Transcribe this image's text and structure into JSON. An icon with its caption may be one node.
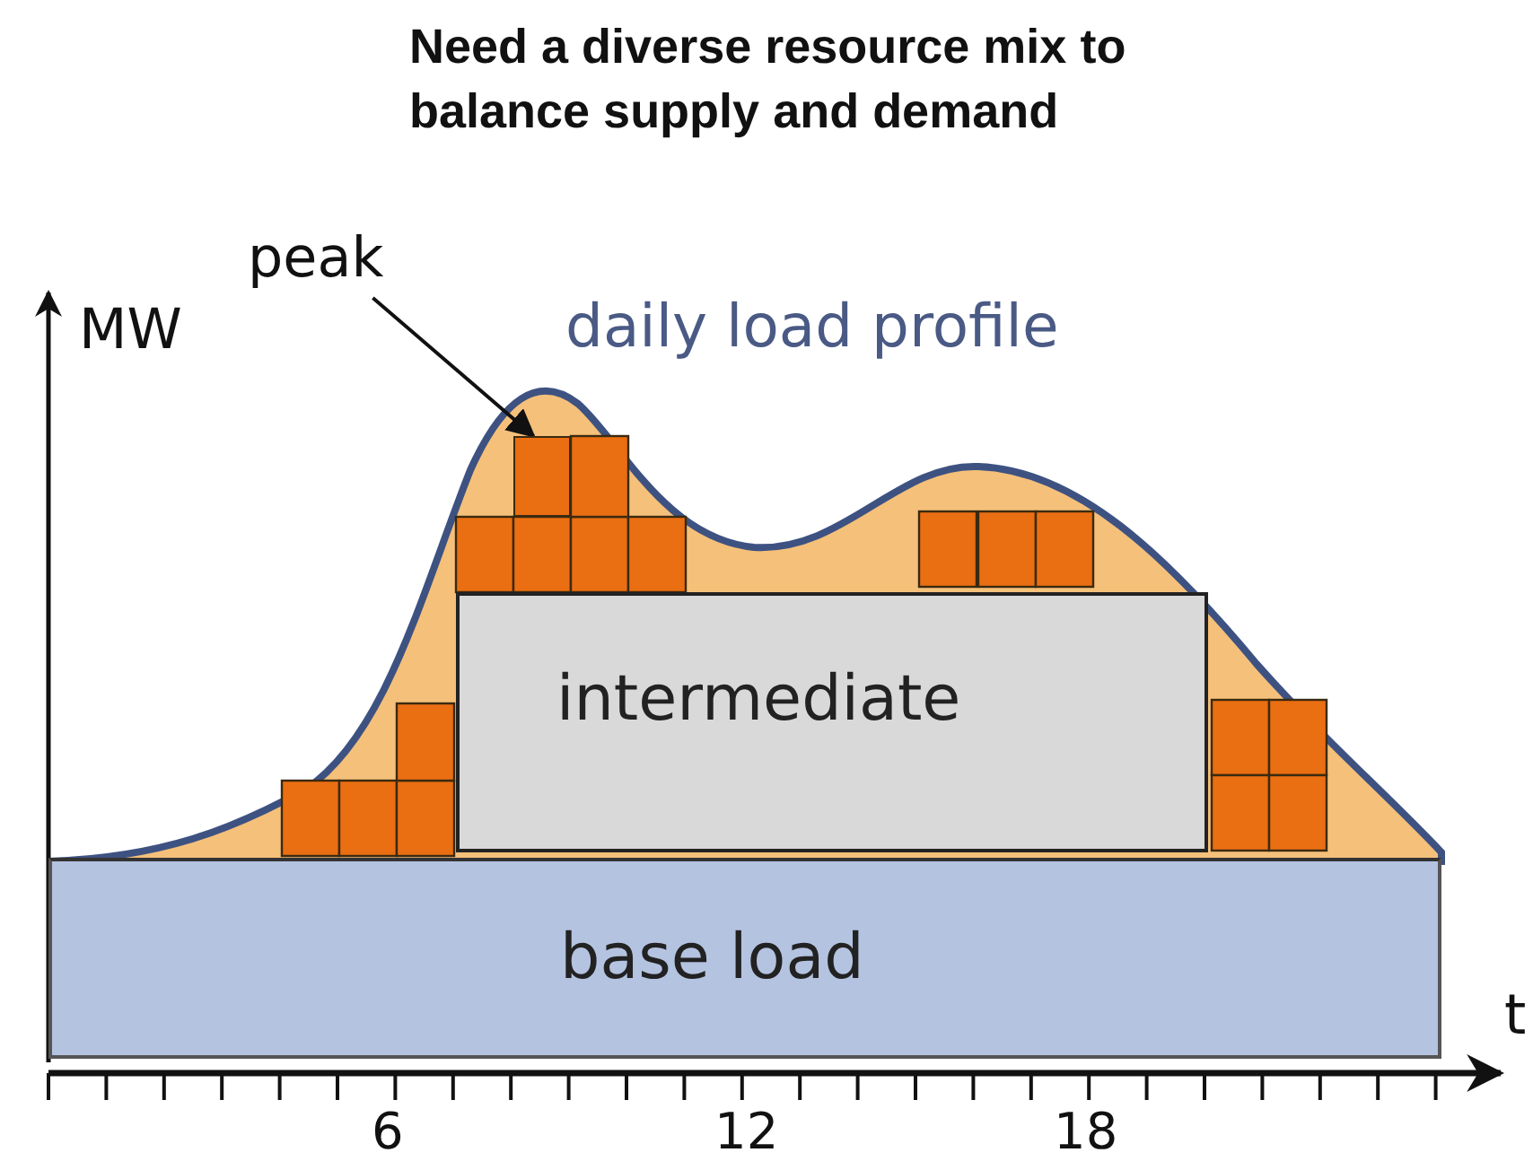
{
  "diagram": {
    "title": "Need a diverse resource mix to balance supply and demand",
    "nodes": [
      {
        "text": [
          "peak"
        ]
      },
      {
        "text": [],
        "shape": "box"
      },
      {
        "text": [
          "intermediate"
        ]
      },
      {
        "text": [
          "base load"
        ]
      }
    ],
    "edges": [
      {
        "from": 0,
        "to": 1,
        "arrow": "to"
      }
    ],
    "labels": [
      "MW",
      "daily load profile",
      "t",
      "6",
      "12",
      "18"
    ]
  }
}
